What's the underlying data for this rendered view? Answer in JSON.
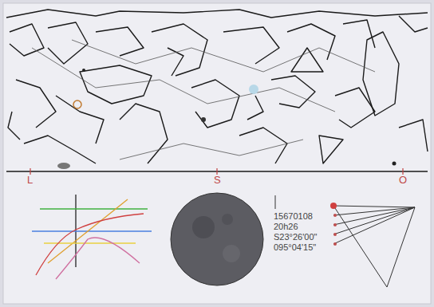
{
  "diagram": {
    "labels": [
      "L",
      "S",
      "O",
      "15670108",
      "20h26",
      "S23°26'00\"",
      "095°04'15\""
    ]
  }
}
